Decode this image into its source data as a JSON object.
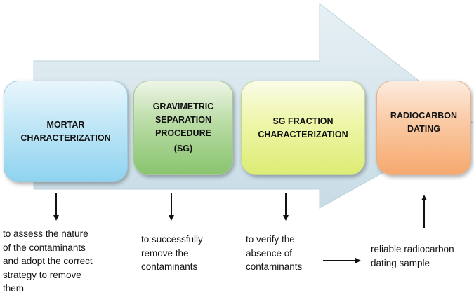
{
  "steps": [
    {
      "id": "mortar",
      "lines": [
        "MORTAR",
        "CHARACTERIZATION"
      ]
    },
    {
      "id": "grav",
      "lines": [
        "GRAVIMETRIC",
        "SEPARATION",
        "PROCEDURE",
        "(SG)"
      ]
    },
    {
      "id": "sg",
      "lines": [
        "SG FRACTION",
        "CHARACTERIZATION"
      ]
    },
    {
      "id": "radio",
      "lines": [
        "RADIOCARBON",
        "DATING"
      ]
    }
  ],
  "notes": {
    "mortar": [
      "to assess the nature",
      "of the contaminants",
      "and adopt the correct",
      "strategy to remove",
      "them"
    ],
    "grav": [
      "to successfully",
      "remove the",
      "contaminants"
    ],
    "sg": [
      "to verify the",
      "absence of",
      "contaminants"
    ],
    "radio": [
      "reliable radiocarbon",
      "dating sample"
    ]
  },
  "colors": {
    "arrow_fill": "#d6e6ee",
    "arrow_stroke": "#bcd2de",
    "mortar": "#8fd3f0",
    "grav": "#88c46e",
    "sg": "#dcec74",
    "radio": "#f6a86e",
    "connector": "#111111"
  }
}
